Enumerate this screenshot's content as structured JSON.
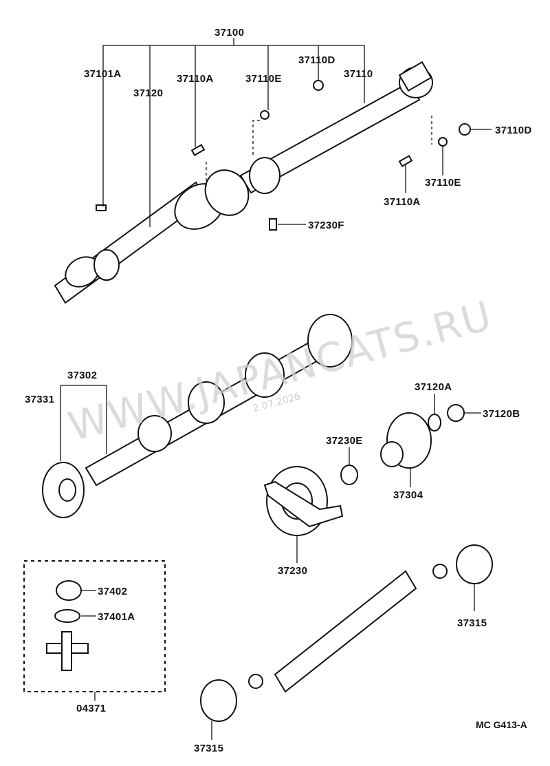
{
  "labels": {
    "l37100": "37100",
    "l37101A": "37101A",
    "l37120": "37120",
    "l37110A_top": "37110A",
    "l37110E_top": "37110E",
    "l37110D_top": "37110D",
    "l37110": "37110",
    "l37110D_right": "37110D",
    "l37110E_right": "37110E",
    "l37110A_right": "37110A",
    "l37230F": "37230F",
    "l37302": "37302",
    "l37331": "37331",
    "l37120A": "37120A",
    "l37120B": "37120B",
    "l37230E": "37230E",
    "l37304": "37304",
    "l37230": "37230",
    "l37402": "37402",
    "l37401A": "37401A",
    "l04371": "04371",
    "l37315_right": "37315",
    "l37315_bottom": "37315"
  },
  "watermark": {
    "text": "WWW.JAPANCATS.RU",
    "date": "2.07.2026"
  },
  "figure_code": "MC  G413-A"
}
